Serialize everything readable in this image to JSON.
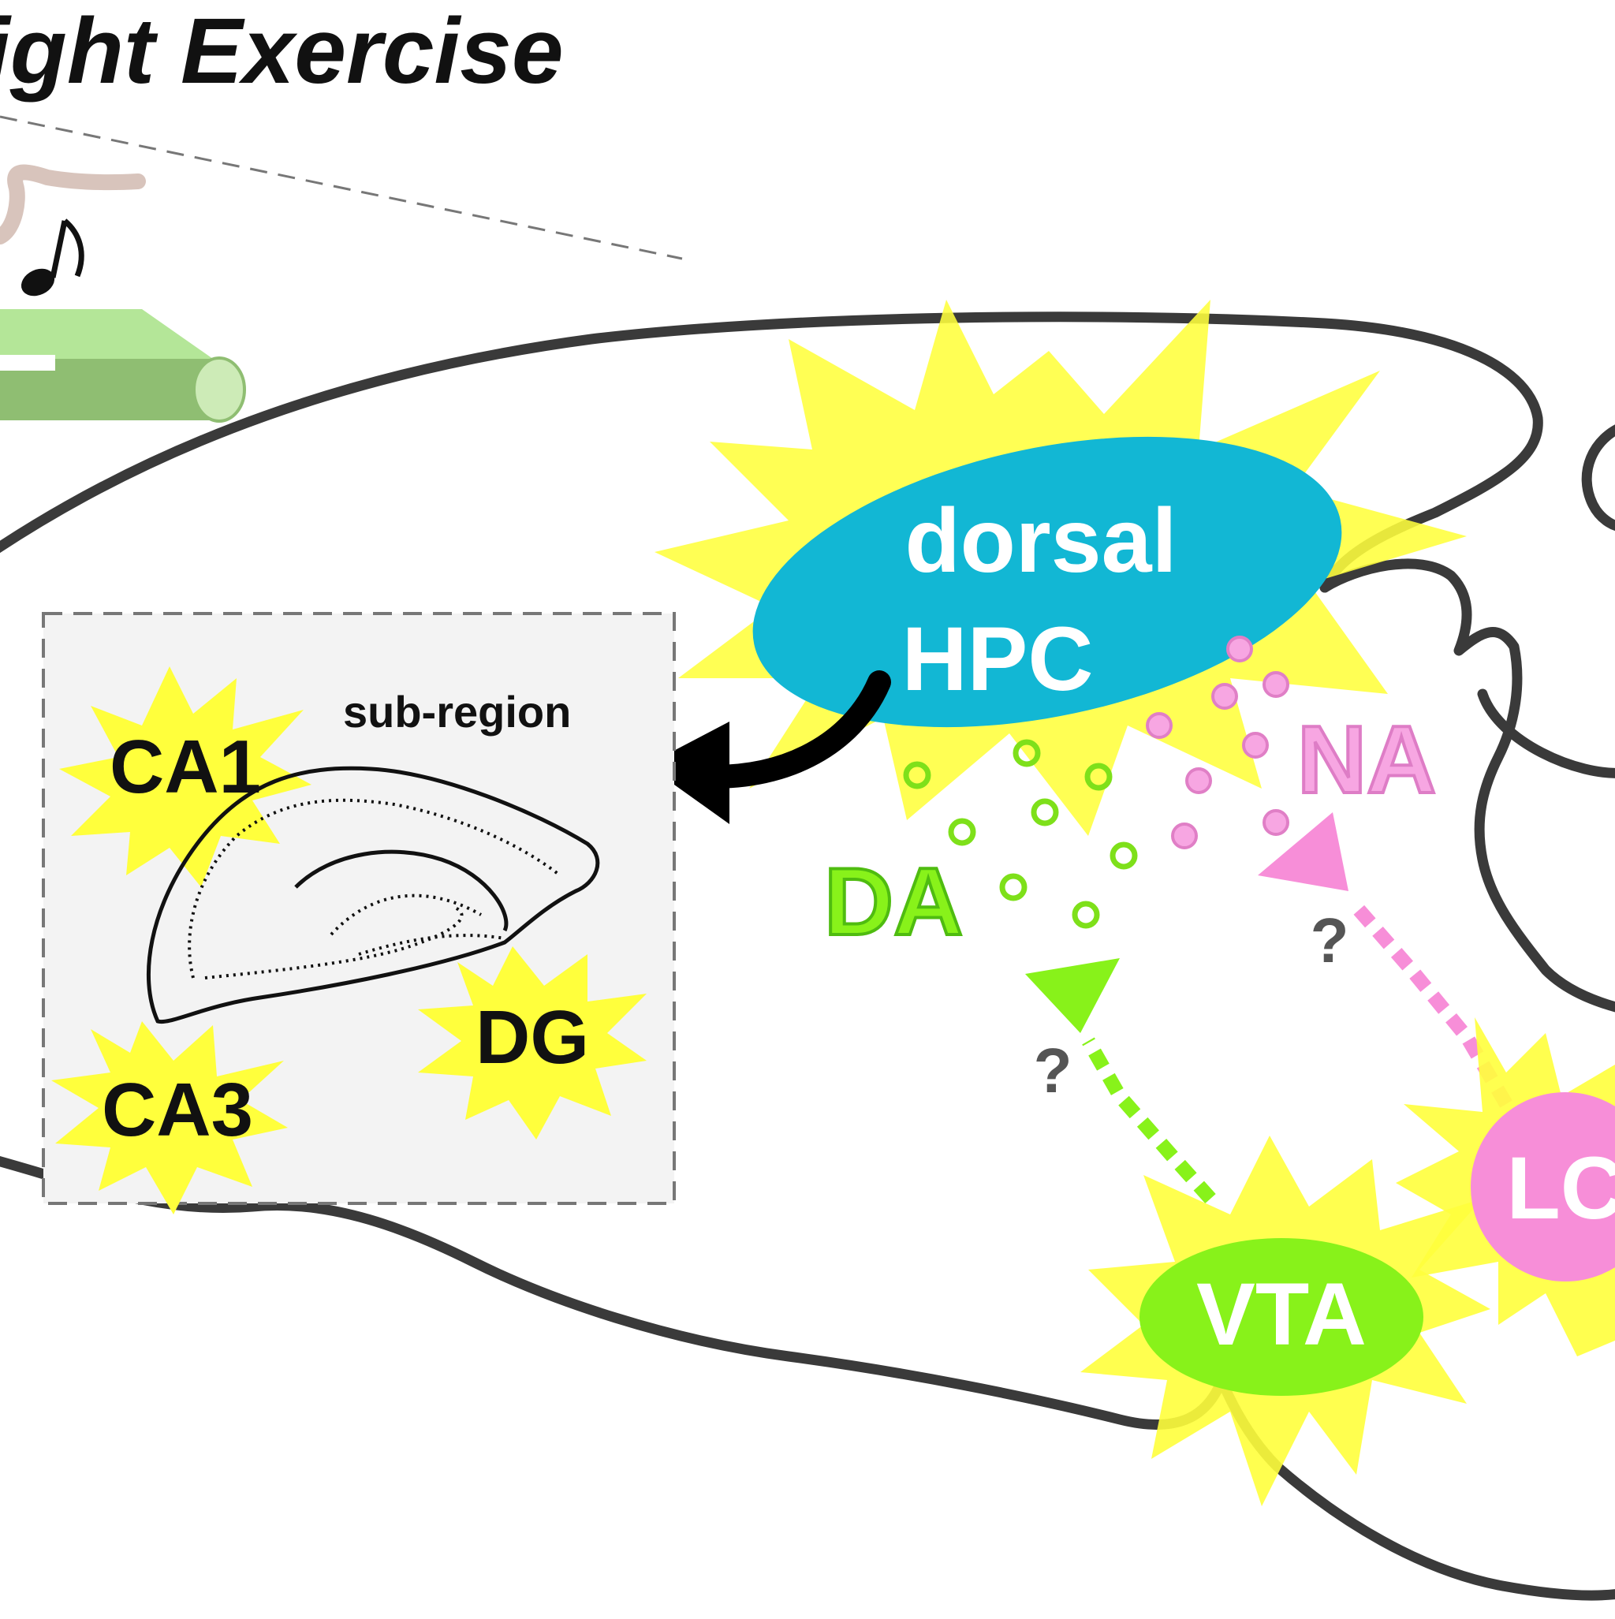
{
  "title": "ight Exercise",
  "hippocampus": {
    "line1": "dorsal",
    "line2": "HPC"
  },
  "inset": {
    "label": "sub-region",
    "subregions": {
      "ca1": "CA1",
      "ca3": "CA3",
      "dg": "DG"
    }
  },
  "pathways": {
    "dopamine": {
      "label": "DA",
      "unknown_mark": "?",
      "source": "VTA"
    },
    "noradrenaline": {
      "label": "NA",
      "unknown_mark": "?",
      "source": "LC"
    }
  },
  "colors": {
    "burst": "#ffff3c",
    "hpc": "#12b7d4",
    "dopamine": "#88f21a",
    "noradrenaline": "#f78ed8",
    "treadmill": "#a8dc88",
    "outline": "#333333"
  },
  "icons": [
    "music-note-icon",
    "treadmill-icon",
    "curved-arrow-icon"
  ]
}
